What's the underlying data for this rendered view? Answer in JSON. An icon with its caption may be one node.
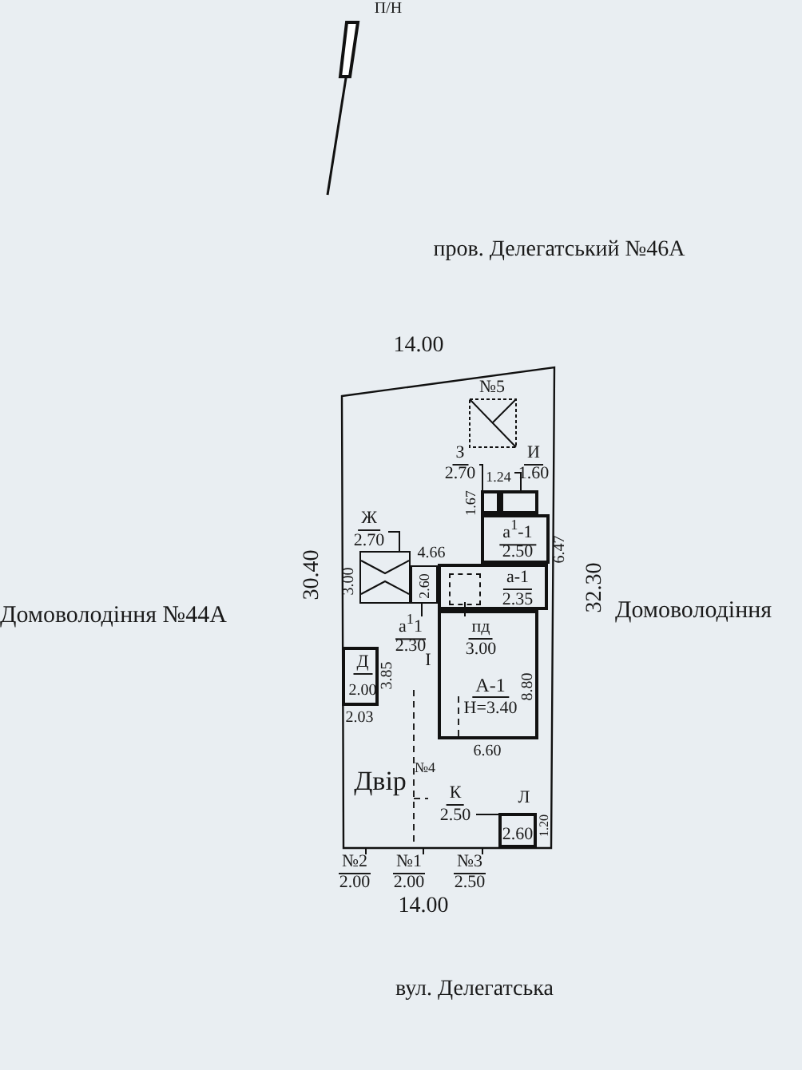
{
  "diagram": {
    "nodes": [
      {
        "text": [],
        "shape": "box"
      },
      {
        "text": [
          "№5"
        ],
        "in": 0
      },
      {
        "text": [
          "З",
          "2.70"
        ],
        "in": 0
      },
      {
        "text": [
          "И",
          "1.60"
        ],
        "in": 0
      },
      {
        "text": [],
        "shape": "box",
        "in": 0
      },
      {
        "text": [],
        "shape": "box",
        "in": 0
      },
      {
        "text": [
          "Ж",
          "2.70"
        ],
        "in": 0
      },
      {
        "text": [
          "а$^{1}$-1",
          "2.50"
        ],
        "in": 0
      },
      {
        "text": [],
        "shape": "box",
        "in": 0
      },
      {
        "text": [
          "2.60"
        ],
        "in": 0
      },
      {
        "text": [
          "а-1",
          "2.35"
        ],
        "in": 0
      },
      {
        "text": [],
        "shape": "box",
        "in": 10
      },
      {
        "text": [
          "а$^{1}$1",
          "2.30"
        ],
        "in": 0
      },
      {
        "text": [
          "А-1",
          "Н=3.40"
        ],
        "in": 0
      },
      {
        "text": [
          "пд",
          "3.00"
        ],
        "in": 13
      },
      {
        "text": [
          "Д",
          "2.00"
        ],
        "in": 0
      },
      {
        "text": [
          "К",
          "2.50"
        ],
        "in": 0
      },
      {
        "text": [
          "Л",
          "2.60"
        ],
        "in": 0
      },
      {
        "text": [
          "№2",
          "2.00"
        ]
      },
      {
        "text": [
          "№1",
          "2.00"
        ]
      },
      {
        "text": [
          "№3",
          "2.50"
        ]
      }
    ],
    "edges": [
      {
        "from": 2,
        "to": 4,
        "arrow": "none"
      },
      {
        "from": 3,
        "to": 5,
        "arrow": "none"
      },
      {
        "from": 6,
        "to": 8,
        "arrow": "none"
      },
      {
        "from": 12,
        "to": 9,
        "arrow": "none"
      },
      {
        "from": 14,
        "to": 11,
        "arrow": "none"
      },
      {
        "from": 16,
        "to": 17,
        "arrow": "none"
      },
      {
        "from": 18,
        "to": null,
        "arrow": "none"
      },
      {
        "from": 19,
        "to": null,
        "arrow": "none"
      },
      {
        "from": 20,
        "to": null,
        "arrow": "none"
      }
    ],
    "labels": [
      "П/Н",
      "пров. Делегатський №46А",
      "14.00",
      "1.24",
      "1.67",
      "4.66",
      "30.40",
      "3.00",
      "6.47",
      "32.30",
      "Домоволодіння №44А",
      "Домоволодіння",
      "I",
      "3.85",
      "8.80",
      "2.03",
      "6.60",
      "№4",
      "Двір",
      "1.20",
      "14.00",
      "вул. Делегатська"
    ]
  }
}
